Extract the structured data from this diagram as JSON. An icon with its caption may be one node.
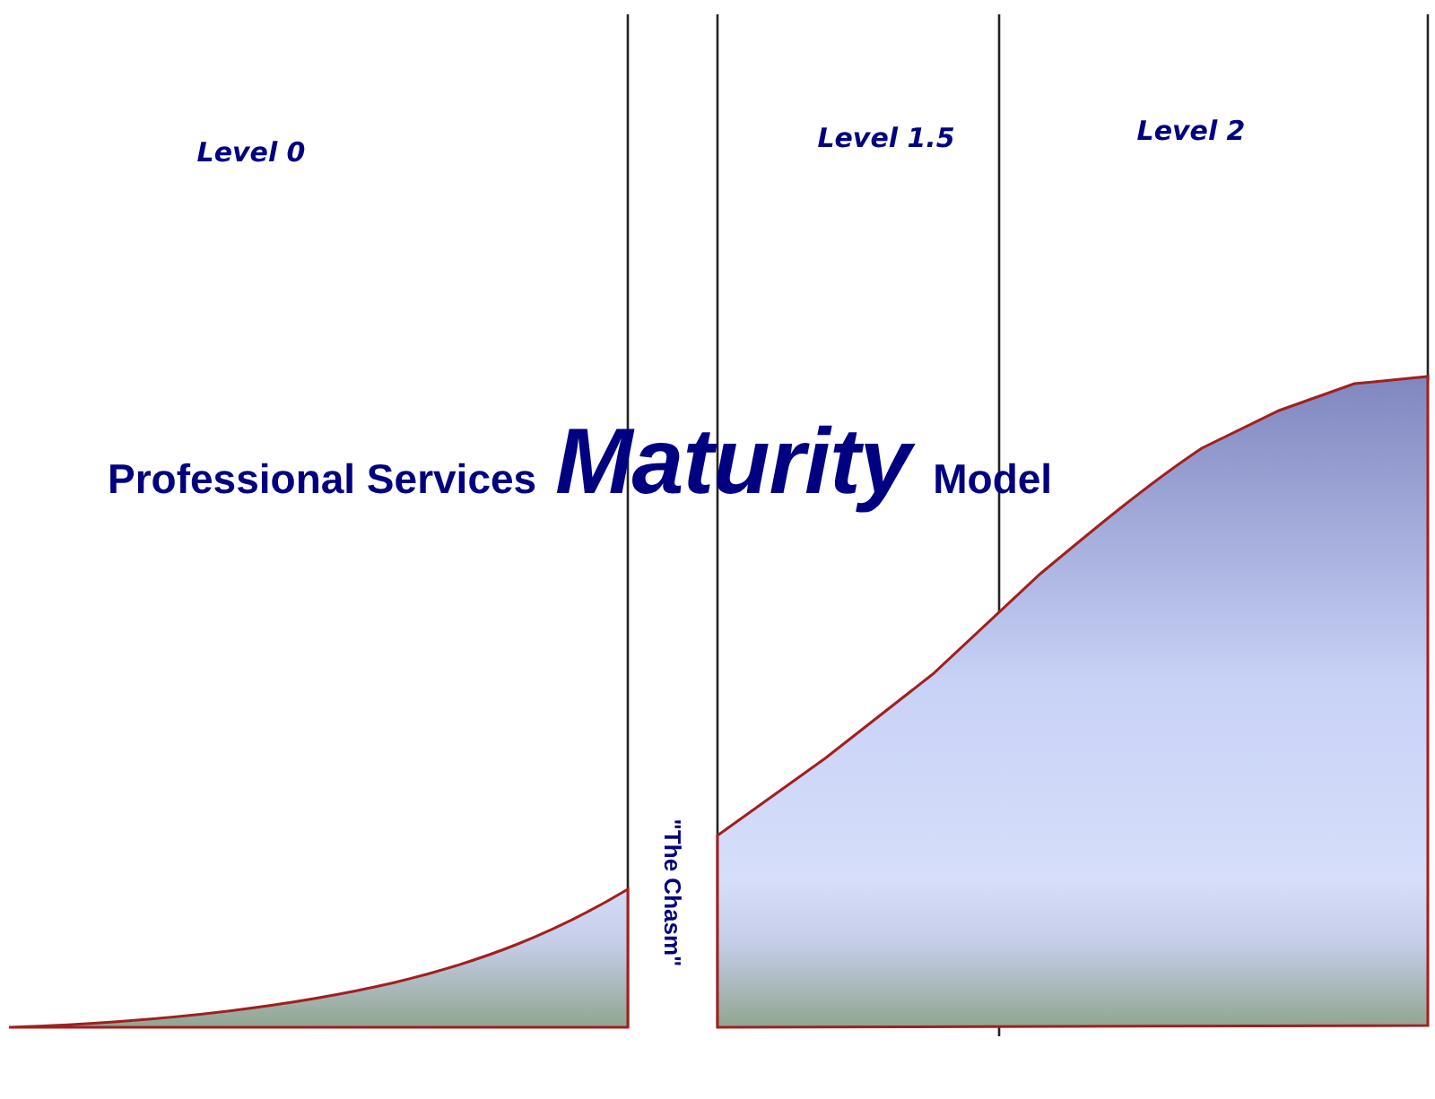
{
  "diagram": {
    "title": "Professional Services *Maturity* Model",
    "labels": [
      "Level 0",
      "Level 1.5",
      "Level 2",
      "\"The Chasm\""
    ]
  }
}
